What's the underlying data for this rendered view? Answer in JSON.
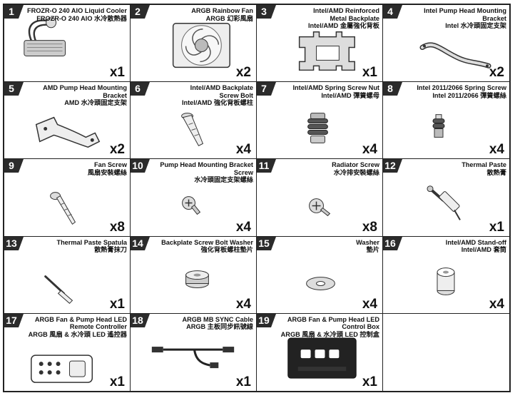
{
  "items": [
    {
      "num": "1",
      "lines": [
        "FROZR-O 240 AIO Liquid Cooler",
        "FROZR-O 240 AIO 水冷散熱器"
      ],
      "qty": "x1",
      "icon": "radiator"
    },
    {
      "num": "2",
      "lines": [
        "ARGB Rainbow Fan",
        "ARGB 幻彩風扇"
      ],
      "qty": "x2",
      "icon": "fan"
    },
    {
      "num": "3",
      "lines": [
        "Intel/AMD Reinforced",
        "Metal Backplate",
        "Intel/AMD 金屬強化背板"
      ],
      "qty": "x1",
      "icon": "backplate"
    },
    {
      "num": "4",
      "lines": [
        "Intel Pump Head Mounting",
        "Bracket",
        "Intel 水冷頭固定支架"
      ],
      "qty": "x2",
      "icon": "intel-bracket"
    },
    {
      "num": "5",
      "lines": [
        "AMD Pump Head Mounting",
        "Bracket",
        "AMD 水冷頭固定支架"
      ],
      "qty": "x2",
      "icon": "amd-bracket"
    },
    {
      "num": "6",
      "lines": [
        "Intel/AMD Backplate",
        "Screw Bolt",
        "Intel/AMD 強化背板螺柱"
      ],
      "qty": "x4",
      "icon": "screw-bolt"
    },
    {
      "num": "7",
      "lines": [
        "Intel/AMD Spring Screw Nut",
        "Intel/AMD 彈簧螺母"
      ],
      "qty": "x4",
      "icon": "spring-nut"
    },
    {
      "num": "8",
      "lines": [
        "Intel 2011/2066 Spring Screw",
        "Intel 2011/2066 彈簧螺絲"
      ],
      "qty": "x4",
      "icon": "spring-screw"
    },
    {
      "num": "9",
      "lines": [
        "Fan Screw",
        "風扇安裝螺絲"
      ],
      "qty": "x8",
      "icon": "fan-screw"
    },
    {
      "num": "10",
      "lines": [
        "Pump Head Mounting Bracket",
        "Screw",
        "水冷頭固定支架螺絲"
      ],
      "qty": "x4",
      "icon": "bracket-screw"
    },
    {
      "num": "11",
      "lines": [
        "Radiator Screw",
        "水冷排安裝螺絲"
      ],
      "qty": "x8",
      "icon": "radiator-screw"
    },
    {
      "num": "12",
      "lines": [
        "Thermal Paste",
        "散熱膏"
      ],
      "qty": "x1",
      "icon": "thermal-paste"
    },
    {
      "num": "13",
      "lines": [
        "Thermal Paste Spatula",
        "散熱膏抹刀"
      ],
      "qty": "x1",
      "icon": "spatula"
    },
    {
      "num": "14",
      "lines": [
        "Backplate Screw Bolt Washer",
        "強化背板螺柱墊片"
      ],
      "qty": "x4",
      "icon": "bolt-washer"
    },
    {
      "num": "15",
      "lines": [
        "Washer",
        "墊片"
      ],
      "qty": "x4",
      "icon": "washer"
    },
    {
      "num": "16",
      "lines": [
        "Intel/AMD Stand-off",
        "Intel/AMD 套筒"
      ],
      "qty": "x4",
      "icon": "standoff"
    },
    {
      "num": "17",
      "lines": [
        "ARGB Fan & Pump Head LED",
        "Remote Controller",
        "ARGB 風扇 & 水冷頭 LED 遙控器"
      ],
      "qty": "x1",
      "icon": "remote"
    },
    {
      "num": "18",
      "lines": [
        "ARGB MB SYNC Cable",
        "ARGB 主板同步訊號線"
      ],
      "qty": "x1",
      "icon": "sync-cable"
    },
    {
      "num": "19",
      "lines": [
        "ARGB Fan & Pump Head LED",
        "Control Box",
        "ARGB 風扇 & 水冷頭 LED 控制盒"
      ],
      "qty": "x1",
      "icon": "control-box"
    }
  ]
}
